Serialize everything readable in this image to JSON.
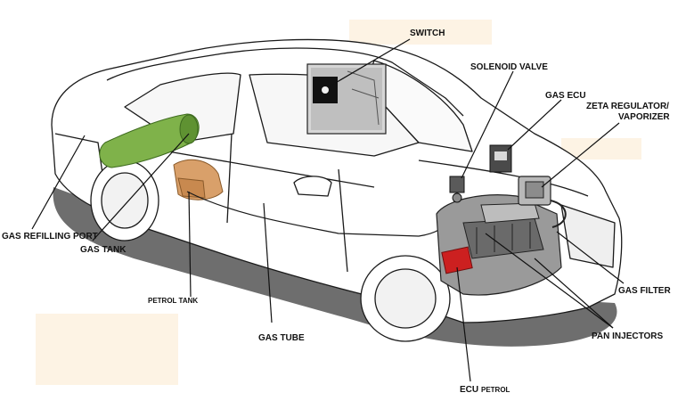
{
  "diagram": {
    "colors": {
      "line": "#1a1a1a",
      "shadow": "#6e6e6e",
      "body": "#ffffff",
      "gas_tank": "#7fb24a",
      "petrol_tank": "#d9a06a",
      "ecu": "#cc2020",
      "engine": "#7a7a7a",
      "label_bg": "#fdf3e4"
    },
    "labels": {
      "switch": "SWITCH",
      "solenoid_valve": "SOLENOID VALVE",
      "gas_ecu": "GAS ECU",
      "zeta_regulator_1": "ZETA REGULATOR/",
      "zeta_regulator_2": "VAPORIZER",
      "gas_refilling_port": "GAS REFILLING PORT",
      "gas_tank": "GAS TANK",
      "petrol_tank": "PETROL TANK",
      "gas_tube": "GAS TUBE",
      "gas_filter": "GAS FILTER",
      "pan_injectors": "PAN INJECTORS",
      "ecu": "ECU",
      "petrol": "PETROL"
    }
  }
}
